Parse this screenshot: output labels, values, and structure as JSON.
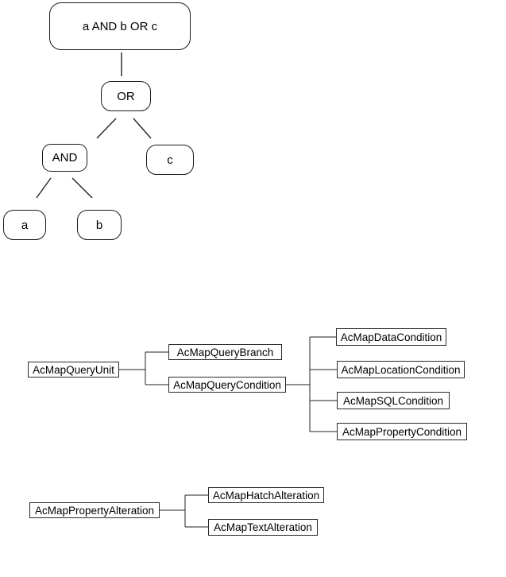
{
  "colors": {
    "background": "#ffffff",
    "line": "#222222",
    "border": "#1a1a1a",
    "text": "#000000"
  },
  "expression_tree": {
    "root": "a AND b OR c",
    "or": "OR",
    "and": "AND",
    "a": "a",
    "b": "b",
    "c": "c"
  },
  "query_hierarchy": {
    "root": "AcMapQueryUnit",
    "branch": "AcMapQueryBranch",
    "condition": "AcMapQueryCondition",
    "condition_subclasses": [
      "AcMapDataCondition",
      "AcMapLocationCondition",
      "AcMapSQLCondition",
      "AcMapPropertyCondition"
    ]
  },
  "alteration_hierarchy": {
    "root": "AcMapPropertyAlteration",
    "subclasses": [
      "AcMapHatchAlteration",
      "AcMapTextAlteration"
    ]
  }
}
